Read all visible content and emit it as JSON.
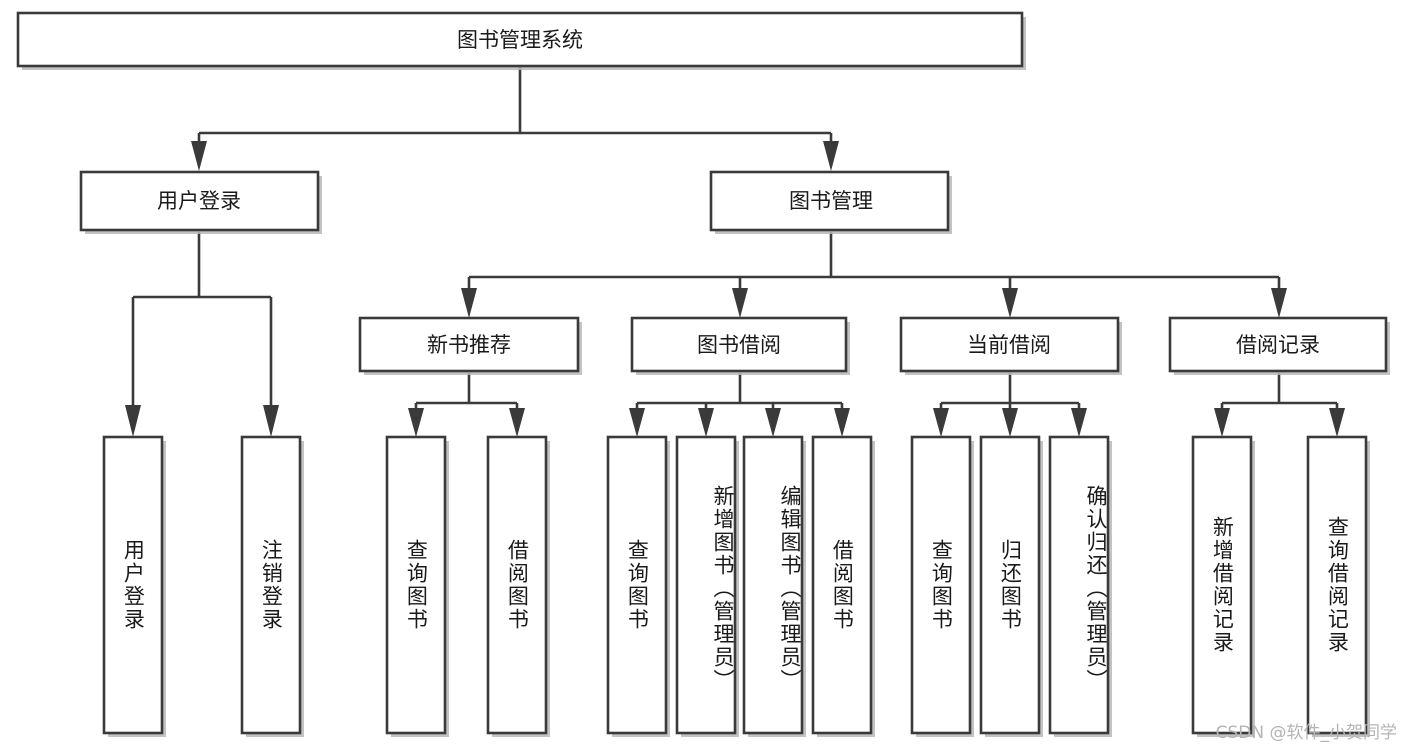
{
  "diagram": {
    "title": "图书管理系统",
    "type": "tree",
    "watermark": "CSDN @软件_小贺同学",
    "colors": {
      "stroke": "#3a3a3a",
      "fill": "#ffffff",
      "text": "#1a1a1a",
      "shadow": "#b9b9b9",
      "watermark": "#b4b4b4"
    },
    "root": {
      "id": "root",
      "label": "图书管理系统"
    },
    "level2": [
      {
        "id": "user-login",
        "label": "用户登录"
      },
      {
        "id": "book-manage",
        "label": "图书管理"
      }
    ],
    "level3": [
      {
        "id": "new-book-recommend",
        "label": "新书推荐",
        "parent": "book-manage"
      },
      {
        "id": "book-borrow",
        "label": "图书借阅",
        "parent": "book-manage"
      },
      {
        "id": "current-borrow",
        "label": "当前借阅",
        "parent": "book-manage"
      },
      {
        "id": "borrow-record",
        "label": "借阅记录",
        "parent": "book-manage"
      }
    ],
    "leaves": [
      {
        "id": "leaf-user-login",
        "label": "用户登录",
        "parent": "user-login"
      },
      {
        "id": "leaf-user-logout",
        "label": "注销登录",
        "parent": "user-login"
      },
      {
        "id": "leaf-query-book-1",
        "label": "查询图书",
        "parent": "new-book-recommend"
      },
      {
        "id": "leaf-borrow-book-1",
        "label": "借阅图书",
        "parent": "new-book-recommend"
      },
      {
        "id": "leaf-query-book-2",
        "label": "查询图书",
        "parent": "book-borrow"
      },
      {
        "id": "leaf-add-book",
        "label": "新增图书（管理员）",
        "parent": "book-borrow"
      },
      {
        "id": "leaf-edit-book",
        "label": "编辑图书（管理员）",
        "parent": "book-borrow"
      },
      {
        "id": "leaf-borrow-book-2",
        "label": "借阅图书",
        "parent": "book-borrow"
      },
      {
        "id": "leaf-query-book-3",
        "label": "查询图书",
        "parent": "current-borrow"
      },
      {
        "id": "leaf-return-book",
        "label": "归还图书",
        "parent": "current-borrow"
      },
      {
        "id": "leaf-confirm-return",
        "label": "确认归还（管理员）",
        "parent": "current-borrow"
      },
      {
        "id": "leaf-add-record",
        "label": "新增借阅记录",
        "parent": "borrow-record"
      },
      {
        "id": "leaf-query-record",
        "label": "查询借阅记录",
        "parent": "borrow-record"
      }
    ]
  }
}
